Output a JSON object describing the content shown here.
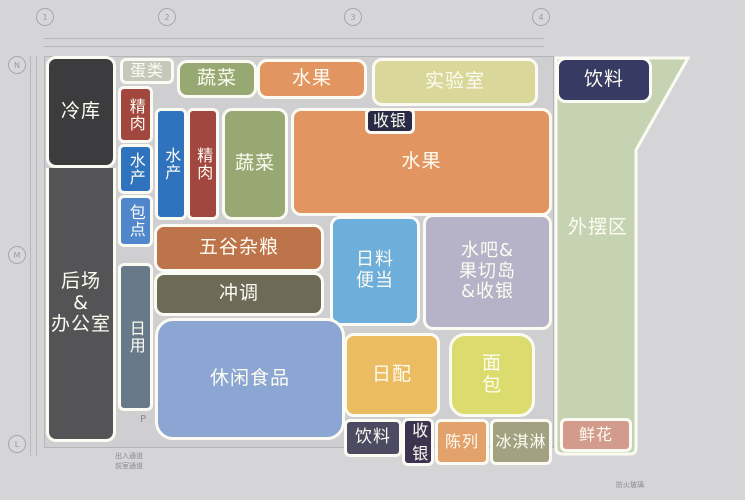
{
  "plan": {
    "axes": {
      "columns": [
        "1",
        "2",
        "3",
        "4"
      ],
      "rows": [
        "N",
        "M",
        "L"
      ]
    },
    "notes": {
      "entrance": "P",
      "bottom_label_1": "出入通道",
      "bottom_label_2": "前室通道",
      "bottom_right": "防火玻璃"
    },
    "zones": {
      "cold_storage": "冷库",
      "backroom_office": "后场\n&\n办公室",
      "eggs": "蛋类",
      "veg_top": "蔬菜",
      "fruit_top": "水果",
      "lab": "实验室",
      "drinks_top": "饮料",
      "meat_left": "精肉",
      "seafood_left": "水产",
      "bakery_left": "包点",
      "seafood_mid": "水产",
      "meat_mid": "精肉",
      "veg_mid": "蔬菜",
      "cashier_top": "收银",
      "fruit_main": "水果",
      "outdoor": "外摆区",
      "grains": "五谷杂粮",
      "beverage_mix": "冲调",
      "daily_use": "日用",
      "japanese_bento": "日料\n便当",
      "juice_bar": "水吧&\n果切岛\n&收银",
      "snacks": "休闲食品",
      "daily_goods": "日配",
      "bread": "面\n包",
      "drinks_bottom": "饮料",
      "cashier_bottom": "收\n银",
      "display": "陈列",
      "ice_cream": "冰淇淋",
      "flowers": "鲜花"
    },
    "colors": {
      "cold_storage": "#3c3c3e",
      "backroom": "#545456",
      "eggs": "#c7c8bc",
      "veg": "#97a873",
      "fruit": "#e39561",
      "lab": "#d9d79a",
      "drinks": "#373a62",
      "meat": "#a2473f",
      "seafood": "#2f72be",
      "bakery": "#4f86cc",
      "cashier": "#2a2a44",
      "outdoor": "#c6d3b3",
      "grains": "#bd744b",
      "beverage_mix": "#6e6a58",
      "daily_use": "#687a8a",
      "bento": "#6daedb",
      "juice_bar": "#b6b2c8",
      "snacks": "#8ba6d2",
      "daily_goods": "#ecbc62",
      "bread": "#dcdc6e",
      "drinks_bottom": "#4c4b62",
      "cashier_bottom": "#3b3450",
      "display": "#e3a26c",
      "ice_cream": "#a2a283",
      "flowers": "#d39b8b"
    }
  }
}
